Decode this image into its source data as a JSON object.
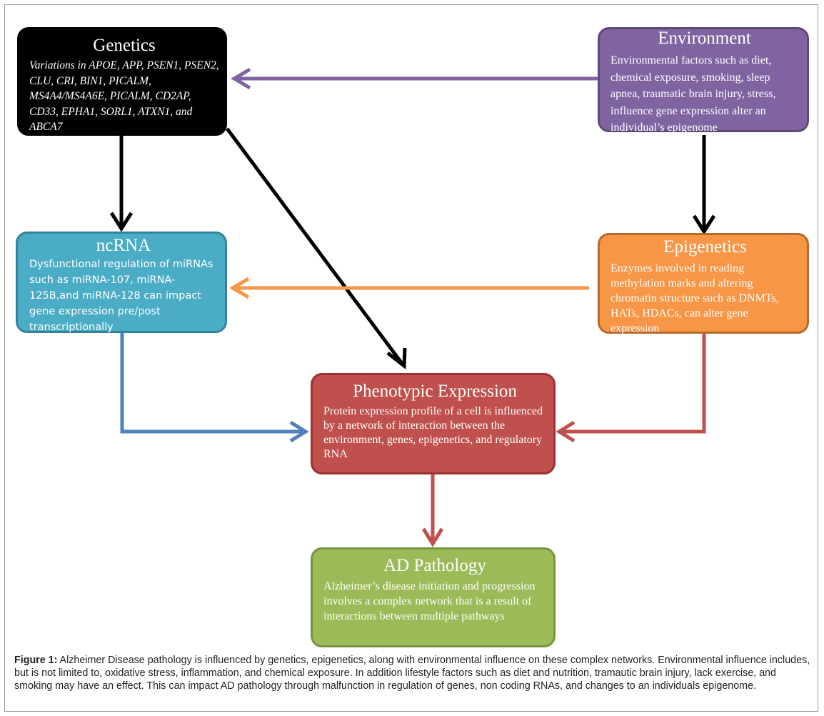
{
  "genetics": {
    "title": "Genetics",
    "body": "Variations in APOE, APP, PSEN1, PSEN2, CLU, CRI, BIN1, PICALM, MS4A4/MS4A6E, PICALM, CD2AP, CD33, EPHA1, SORL1, ATXN1, and ABCA7"
  },
  "environment": {
    "title": "Environment",
    "body": "Environmental factors such as diet, chemical exposure, smoking, sleep apnea, traumatic brain injury, stress, influence gene expression alter an individual’s epigenome"
  },
  "ncrna": {
    "title": "ncRNA",
    "body": "Dysfunctional regulation of miRNAs such as miRNA-107, miRNA-125B,and miRNA-128 can impact gene expression pre/post transcriptionally"
  },
  "epigenetics": {
    "title": "Epigenetics",
    "body": "Enzymes involved in reading methylation marks and altering chromatin structure such as DNMTs, HATs, HDACs, can alter gene expression"
  },
  "phenotypic": {
    "title": "Phenotypic Expression",
    "body": "Protein expression profile of a cell is influenced by a network of interaction between the environment, genes, epigenetics, and regulatory RNA"
  },
  "adpathology": {
    "title": "AD Pathology",
    "body": "Alzheimer’s disease initiation and progression involves a complex network that is a result of interactions between multiple pathways"
  },
  "caption": {
    "label": "Figure 1:",
    "text": " Alzheimer Disease pathology is influenced by genetics, epigenetics, along with environmental influence on these complex networks. Environmental influence includes, but is not limited to, oxidative stress, inflammation, and chemical exposure. In addition lifestyle factors such as diet and nutrition, tramautic brain injury, lack exercise, and smoking may have an effect.  This can impact AD pathology through malfunction in regulation of genes, non coding RNAs, and changes to an individuals epigenome."
  },
  "colors": {
    "genetics": "#000000",
    "environment": "#8064a2",
    "ncrna": "#4bacc6",
    "epigenetics": "#f79646",
    "phenotypic": "#c0504d",
    "adpathology": "#9bbb59",
    "arrow_blue": "#4f81bd",
    "arrow_purple": "#8064a2",
    "arrow_orange": "#f79646",
    "arrow_red": "#c0504d",
    "arrow_black": "#000000"
  }
}
